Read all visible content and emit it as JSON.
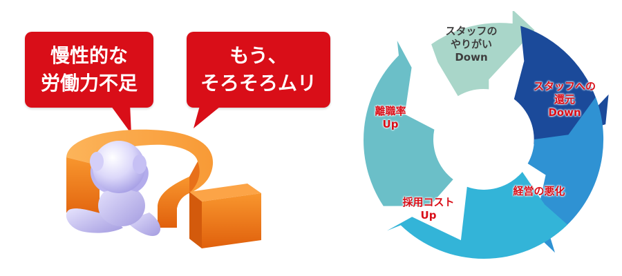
{
  "bubbles": {
    "left": {
      "line1": "慢性的な",
      "line2": "労働力不足"
    },
    "right": {
      "line1": "もう、",
      "line2": "そろそろムリ"
    }
  },
  "cycle": {
    "steps": [
      {
        "lines": [
          "スタッフの",
          "やりがい",
          "Down"
        ],
        "color": "#a9d6c9"
      },
      {
        "lines": [
          "スタッフへの",
          "還元",
          "Down"
        ],
        "color": "#1b4a9a"
      },
      {
        "lines": [
          "経営の悪化"
        ],
        "color": "#2f92d3"
      },
      {
        "lines": [
          "採用コスト",
          "Up"
        ],
        "color": "#33b4d8"
      },
      {
        "lines": [
          "離職率",
          "Up"
        ],
        "color": "#6bbfc8"
      }
    ]
  },
  "colors": {
    "bubble_red": "#d90e18",
    "question_orange": "#f47b20",
    "figure_lavender": "#c9c4f2"
  },
  "icons": {
    "scene": "worried-figure-question-mark-icon"
  }
}
